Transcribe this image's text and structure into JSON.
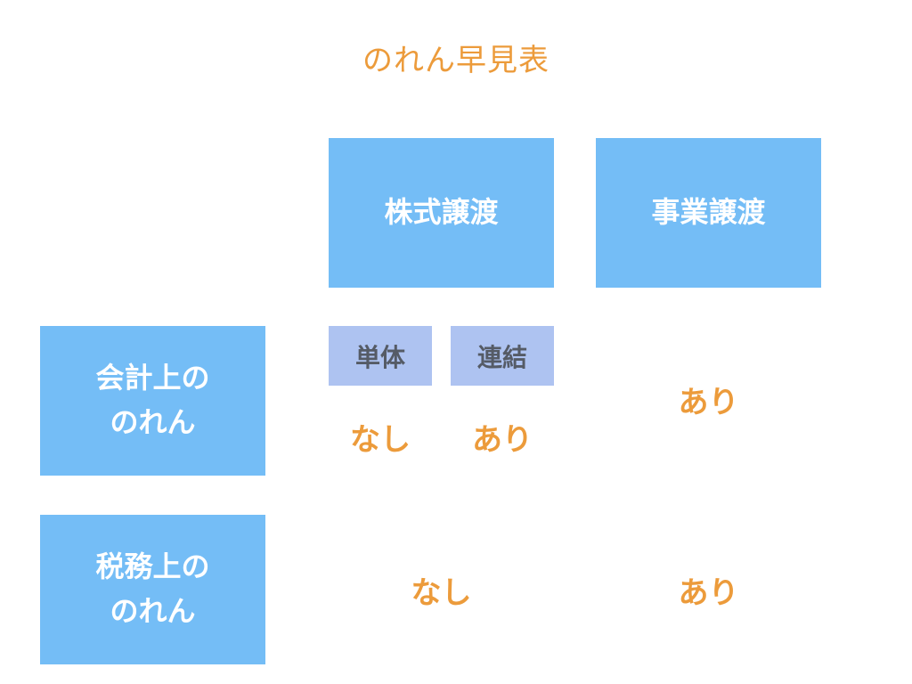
{
  "title": "のれん早見表",
  "columns": {
    "share_transfer": "株式譲渡",
    "business_transfer": "事業譲渡"
  },
  "sub_columns": {
    "standalone": "単体",
    "consolidated": "連結"
  },
  "rows": {
    "accounting": "会計上の\nのれん",
    "tax": "税務上の\nのれん"
  },
  "values": {
    "accounting_share_standalone": "なし",
    "accounting_share_consolidated": "あり",
    "accounting_business": "あり",
    "tax_share": "なし",
    "tax_business": "あり"
  },
  "colors": {
    "header_box": "#74bdf6",
    "sub_box": "#aec3f1",
    "accent_text": "#ec9b3b"
  }
}
